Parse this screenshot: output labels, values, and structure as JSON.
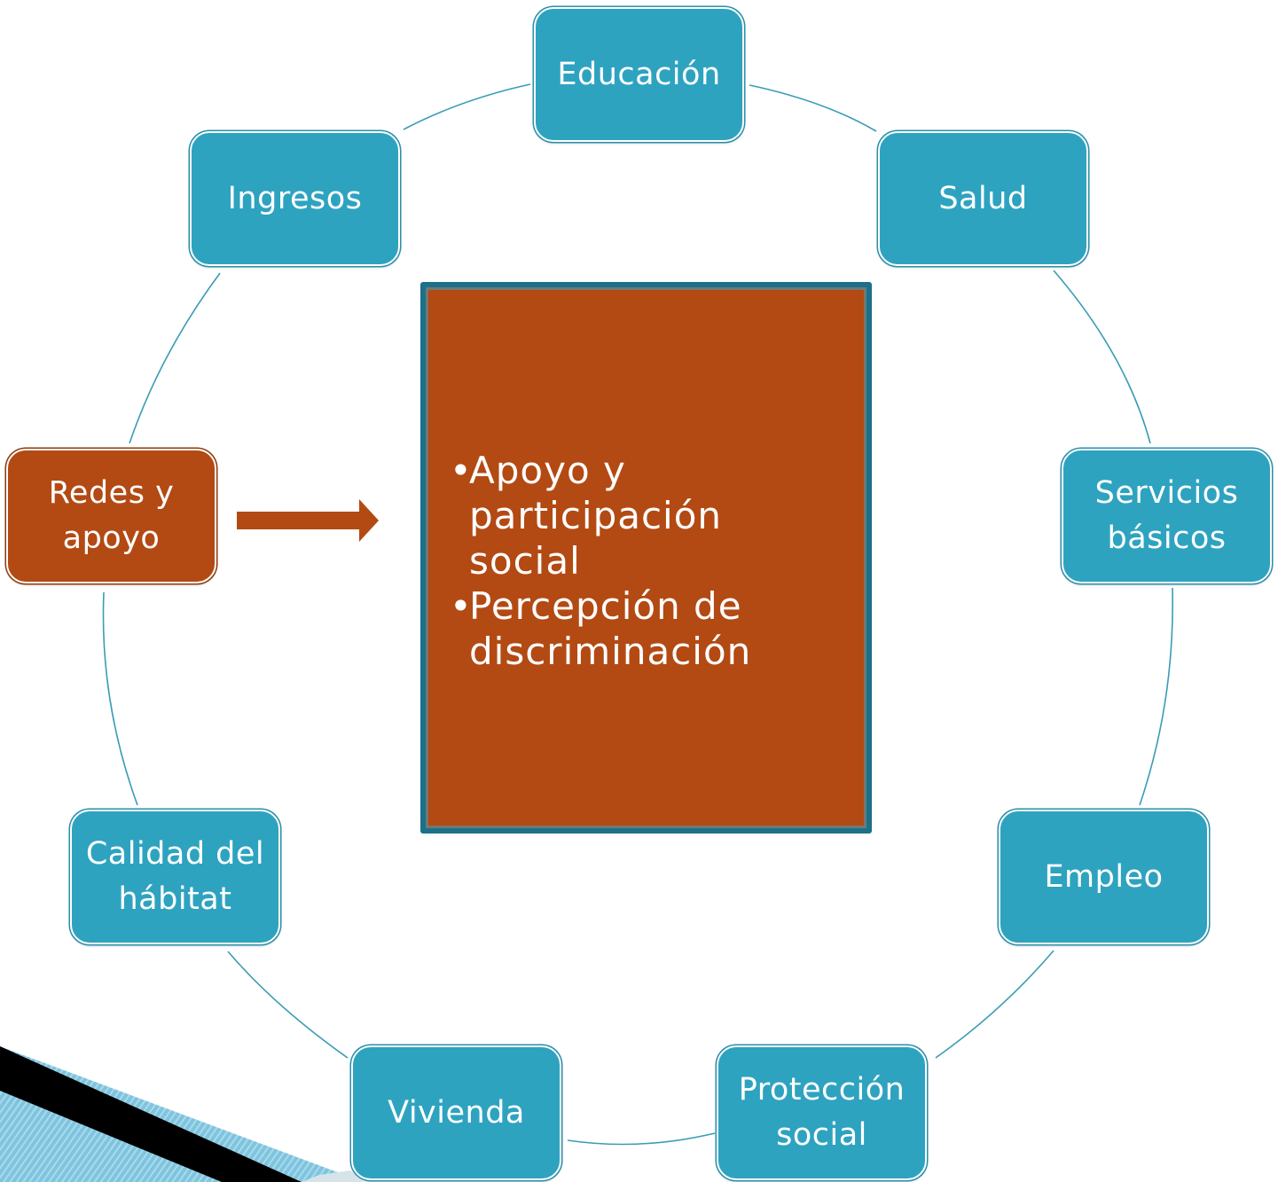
{
  "nodes": {
    "educacion": "Educación",
    "salud": "Salud",
    "servicios_basicos": [
      "Servicios",
      "básicos"
    ],
    "empleo": "Empleo",
    "proteccion_social": [
      "Protección",
      "social"
    ],
    "vivienda": "Vivienda",
    "calidad_habitat": [
      "Calidad del",
      "hábitat"
    ],
    "redes_apoyo": [
      "Redes y",
      "apoyo"
    ],
    "ingresos": "Ingresos"
  },
  "center": {
    "bullets": [
      [
        "Apoyo y",
        "participación social"
      ],
      [
        "Percepción de",
        "discriminación"
      ]
    ]
  },
  "colors": {
    "node_fill": "#2ea3c0",
    "active_fill": "#b34a13",
    "connector": "#2a8fa8",
    "center_border": "#1c7089"
  }
}
